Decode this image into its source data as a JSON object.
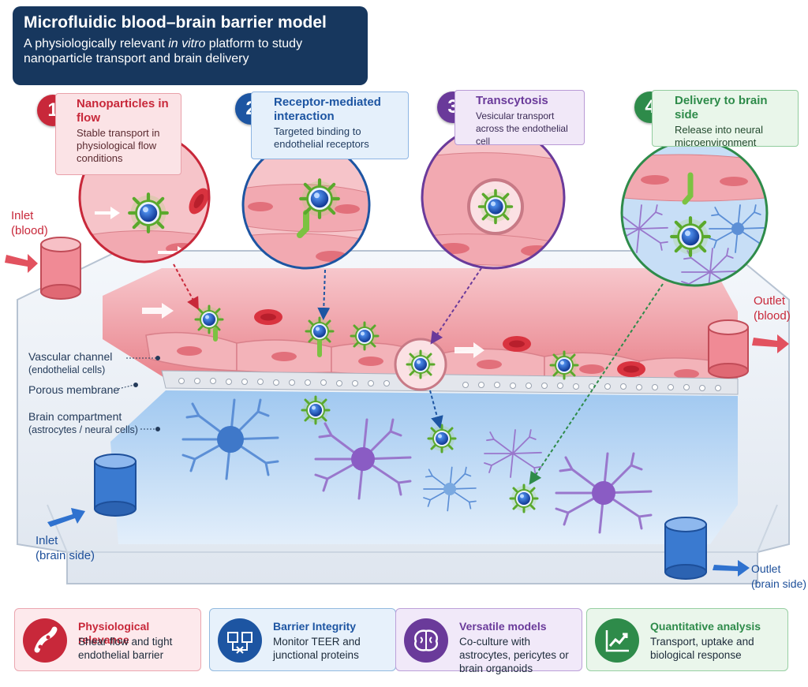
{
  "header": {
    "title": "Microfluidic blood–brain barrier model",
    "subtitle_pre": "A physiologically relevant ",
    "subtitle_em": "in vitro",
    "subtitle_post": " platform to study nanoparticle transport and brain delivery"
  },
  "steps": [
    {
      "number": "1",
      "title": "Nanoparticles in flow",
      "body": "Stable transport in physiological flow conditions",
      "color": "#c8283a"
    },
    {
      "number": "2",
      "title": "Receptor-mediated interaction",
      "body": "Targeted binding to endothelial receptors",
      "color": "#1d55a2"
    },
    {
      "number": "3",
      "title": "Transcytosis",
      "body": "Vesicular transport across the endothelial cell",
      "color": "#6a3a9a"
    },
    {
      "number": "4",
      "title": "Delivery to brain side",
      "body": "Release into neural microenvironment",
      "color": "#2e8b4a"
    }
  ],
  "ports": {
    "inlet_blood": {
      "label": "Inlet",
      "sub": "(blood)"
    },
    "outlet_blood": {
      "label": "Outlet",
      "sub": "(blood)"
    },
    "inlet_brain": {
      "label": "Inlet",
      "sub": "(brain side)"
    },
    "outlet_brain": {
      "label": "Outlet",
      "sub": "(brain side)"
    }
  },
  "layers": {
    "vascular": {
      "label": "Vascular channel",
      "sub": "(endothelial cells)"
    },
    "membrane": {
      "label": "Porous membrane"
    },
    "brain": {
      "label": "Brain compartment",
      "sub": "(astrocytes / neural cells)"
    }
  },
  "features": [
    {
      "title": "Physiological relevance",
      "body": "Shear flow and tight endothelial barrier",
      "icon": "vessel-icon",
      "color": "#c8283a"
    },
    {
      "title": "Barrier Integrity",
      "body": "Monitor TEER and junctional proteins",
      "icon": "measurement-icon",
      "color": "#1d55a2"
    },
    {
      "title": "Versatile models",
      "body": "Co-culture with astrocytes, pericytes or brain organoids",
      "icon": "brain-icon",
      "color": "#6a3a9a"
    },
    {
      "title": "Quantitative analysis",
      "body": "Transport, uptake and biological response",
      "icon": "chart-icon",
      "color": "#2e8b4a"
    }
  ],
  "colors": {
    "navy": "#17375e",
    "blood": "#e8707a",
    "brain": "#a9cdf2",
    "membrane": "#dfe3ea"
  }
}
